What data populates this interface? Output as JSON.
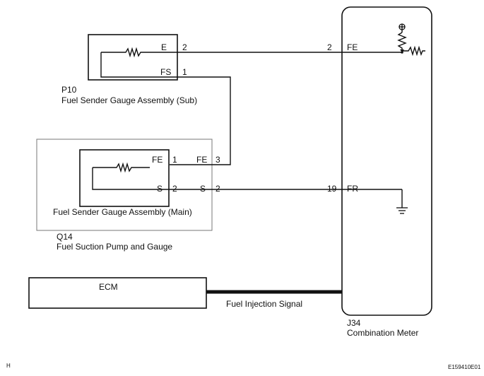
{
  "components": {
    "p10": {
      "id": "P10",
      "name": "Fuel Sender Gauge Assembly (Sub)",
      "pins": {
        "e": "E",
        "e_num": "2",
        "fs": "FS",
        "fs_num": "1"
      }
    },
    "q14": {
      "id": "Q14",
      "name": "Fuel Suction Pump and Gauge",
      "inner_name": "Fuel Sender Gauge Assembly (Main)",
      "inner_pins": {
        "fe": "FE",
        "fe_num": "1",
        "s": "S",
        "s_num": "2"
      },
      "outer_pins": {
        "fe": "FE",
        "fe_num": "3",
        "s": "S",
        "s_num": "2"
      }
    },
    "j34": {
      "id": "J34",
      "name": "Combination Meter",
      "pins": {
        "fe_num": "2",
        "fe": "FE",
        "fr_num": "19",
        "fr": "FR"
      }
    },
    "ecm": {
      "name": "ECM"
    }
  },
  "signals": {
    "fuel_injection": "Fuel Injection Signal"
  },
  "footer": {
    "left": "H",
    "right": "E159410E01"
  }
}
